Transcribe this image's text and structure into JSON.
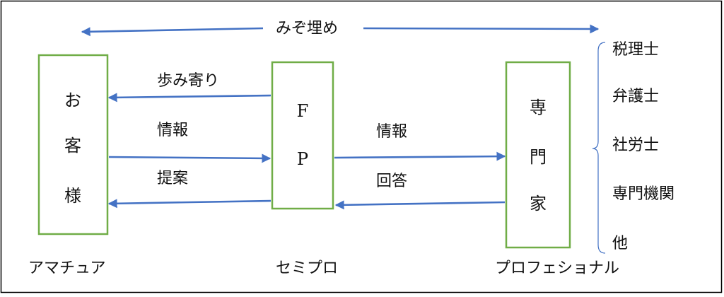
{
  "top_label": "みぞ埋め",
  "boxes": {
    "customer": {
      "chars": [
        "お",
        "客",
        "様"
      ]
    },
    "fp": {
      "chars": [
        "F",
        "P"
      ]
    },
    "expert": {
      "chars": [
        "専",
        "門",
        "家"
      ]
    }
  },
  "arrows": {
    "fp_to_customer_top": "歩み寄り",
    "customer_to_fp_info": "情報",
    "fp_to_customer_proposal": "提案",
    "fp_to_expert_info": "情報",
    "expert_to_fp_answer": "回答"
  },
  "professionals": [
    "税理士",
    "弁護士",
    "社労士",
    "専門機関",
    "他"
  ],
  "bottom_labels": {
    "amateur": "アマチュア",
    "semipro": "セミプロ",
    "professional": "プロフェショナル"
  },
  "colors": {
    "box_border": "#70ad47",
    "arrow": "#4472c4",
    "frame": "#000000"
  }
}
